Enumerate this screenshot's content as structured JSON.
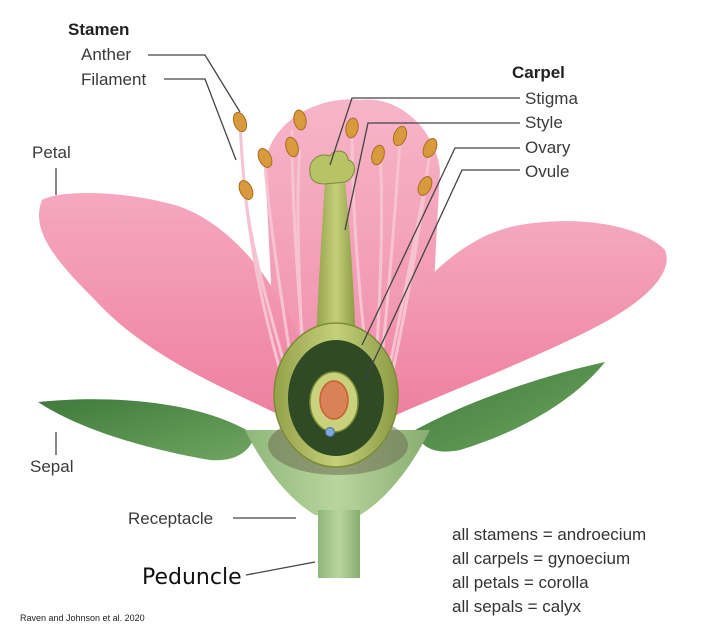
{
  "labels": {
    "stamen": "Stamen",
    "anther": "Anther",
    "filament": "Filament",
    "petal": "Petal",
    "carpel": "Carpel",
    "stigma": "Stigma",
    "style": "Style",
    "ovary": "Ovary",
    "ovule": "Ovule",
    "sepal": "Sepal",
    "receptacle": "Receptacle",
    "peduncle": "Peduncle"
  },
  "notes": [
    "all stamens = androecium",
    "all carpels = gynoecium",
    "all petals = corolla",
    "all sepals = calyx"
  ],
  "citation": "Raven and Johnson et al. 2020",
  "colors": {
    "petal": "#f28fae",
    "petal_light": "#f8bfd0",
    "sepal": "#4f8a4a",
    "carpel": "#a9b65a",
    "anther": "#d89a3c"
  }
}
